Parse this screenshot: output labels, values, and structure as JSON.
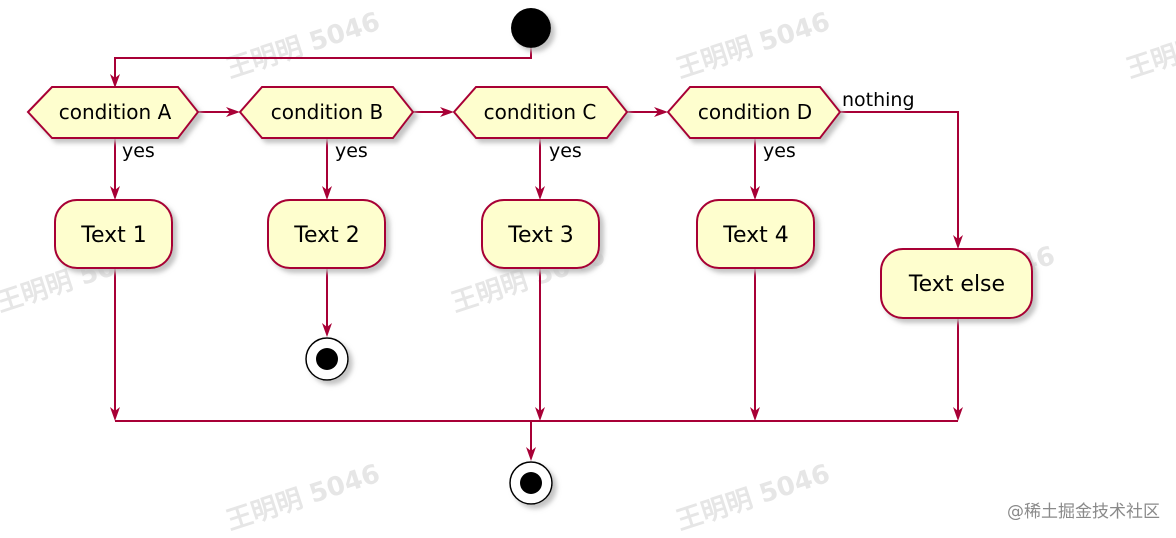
{
  "diagram": {
    "colors": {
      "line": "#a80036",
      "fill": "#fefece",
      "node_border": "#a80036",
      "start_end": "#000000",
      "shadow": "#c8c8c8"
    },
    "conditions": [
      {
        "label": "condition A",
        "branch_label": "yes"
      },
      {
        "label": "condition B",
        "branch_label": "yes"
      },
      {
        "label": "condition C",
        "branch_label": "yes"
      },
      {
        "label": "condition D",
        "branch_label": "yes"
      }
    ],
    "else_label": "nothing",
    "activities": [
      {
        "label": "Text 1"
      },
      {
        "label": "Text 2"
      },
      {
        "label": "Text 3"
      },
      {
        "label": "Text 4"
      }
    ],
    "else_activity": {
      "label": "Text else"
    }
  },
  "watermark": {
    "text": "王明明 5046",
    "credit": "@稀土掘金技术社区"
  }
}
